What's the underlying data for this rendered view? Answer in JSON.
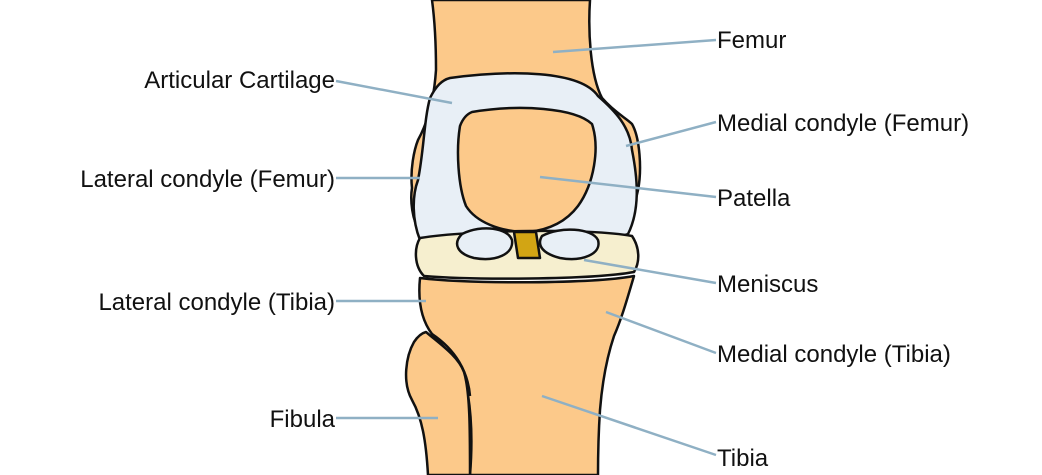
{
  "colors": {
    "bone": "#fcc98a",
    "cartilage": "#e8eff6",
    "meniscus": "#f6efcf",
    "ligament": "#d2a514",
    "outline": "#111111",
    "leader": "#8fb0c4",
    "text": "#111111"
  },
  "labels": {
    "femur": "Femur",
    "articular_cartilage": "Articular Cartilage",
    "medial_condyle_femur": "Medial condyle (Femur)",
    "lateral_condyle_femur": "Lateral condyle (Femur)",
    "patella": "Patella",
    "meniscus": "Meniscus",
    "lateral_condyle_tibia": "Lateral condyle (Tibia)",
    "medial_condyle_tibia": "Medial condyle (Tibia)",
    "fibula": "Fibula",
    "tibia": "Tibia"
  }
}
